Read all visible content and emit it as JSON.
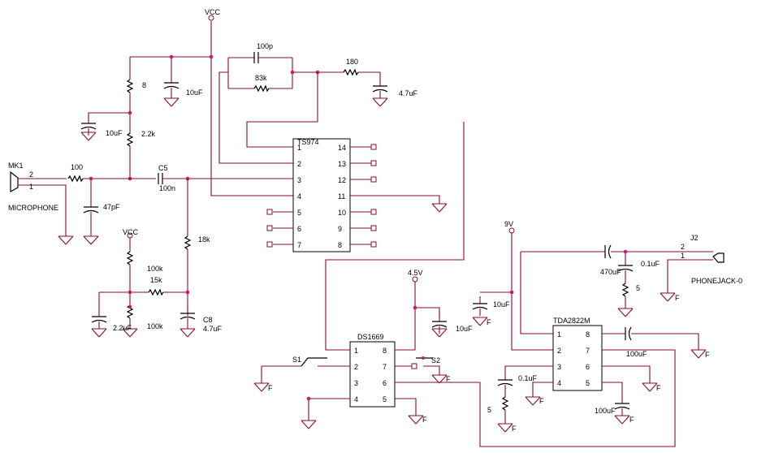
{
  "title": "",
  "colors": {
    "wire": "#8b0a2a",
    "junction": "#c8187a",
    "text": "#000000",
    "background": "#ffffff"
  },
  "power": {
    "vcc_top": "VCC",
    "vcc_left": "VCC",
    "v9": "9V",
    "v45": "4.5V"
  },
  "microphone": {
    "ref": "MK1",
    "name": "MICROPHONE",
    "pin2": "2",
    "pin1": "1"
  },
  "jack": {
    "ref": "J2",
    "name": "PHONEJACK-0",
    "pin2": "2",
    "pin1": "1"
  },
  "ground_label": "F",
  "components": {
    "r_8": "8",
    "c_10u_a": "10uF",
    "c_10u_b": "10uF",
    "r_2k2": "2.2k",
    "r_100": "100",
    "c_47p": "47pF",
    "c5_ref": "C5",
    "c5_val": "100n",
    "c_100p": "100p",
    "r_83k": "83k",
    "r_180": "180",
    "c_4u7_a": "4.7uF",
    "r_18k": "18k",
    "r_100k_a": "100k",
    "r_15k": "15k",
    "c_2u2": "2.2uF",
    "r_100k_b": "100k",
    "c8_ref": "C8",
    "c8_val": "4.7uF",
    "c_10u_c": "10uF",
    "c_10u_d": "10uF",
    "c_470u": "470uF",
    "c_0u1_a": "0.1uF",
    "r_5_a": "5",
    "c_100u_a": "100uF",
    "c_0u1_b": "0.1uF",
    "r_5_b": "5",
    "c_100u_b": "100uF"
  },
  "switches": {
    "s1": "S1",
    "s2": "S2"
  },
  "ics": {
    "ts974": {
      "name": "TS974",
      "left_pins": [
        "1",
        "2",
        "3",
        "4",
        "5",
        "6",
        "7"
      ],
      "right_pins": [
        "14",
        "13",
        "12",
        "11",
        "10",
        "9",
        "8"
      ]
    },
    "ds1669": {
      "name": "DS1669",
      "left_pins": [
        "1",
        "2",
        "3",
        "4"
      ],
      "right_pins": [
        "8",
        "7",
        "6",
        "5"
      ]
    },
    "tda2822m": {
      "name": "TDA2822M",
      "left_pins": [
        "1",
        "2",
        "3",
        "4"
      ],
      "right_pins": [
        "8",
        "7",
        "6",
        "5"
      ]
    }
  }
}
